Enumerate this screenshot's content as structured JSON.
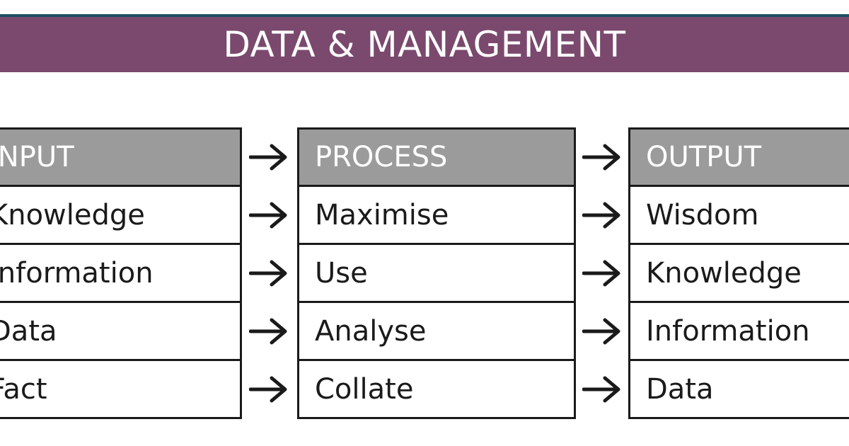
{
  "banner": {
    "title": "DATA & MANAGEMENT"
  },
  "columns": [
    {
      "header": "INPUT",
      "rows": [
        "Knowledge",
        "Information",
        "Data",
        "Fact"
      ]
    },
    {
      "header": "PROCESS",
      "rows": [
        "Maximise",
        "Use",
        "Analyse",
        "Collate"
      ]
    },
    {
      "header": "OUTPUT",
      "rows": [
        "Wisdom",
        "Knowledge",
        "Information",
        "Data"
      ]
    }
  ],
  "colors": {
    "banner": "#7a496d",
    "top_rule": "#1f4f66",
    "header_fill": "#9b9b9b",
    "border": "#1a1a1a"
  },
  "icons": {
    "connector": "right-arrow-icon"
  }
}
